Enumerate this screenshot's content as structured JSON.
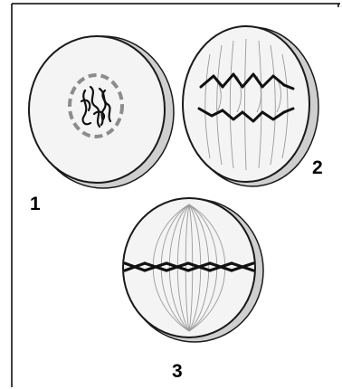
{
  "figure": {
    "labels": {
      "cell_1": "1",
      "cell_2": "2",
      "cell_3": "3"
    }
  },
  "colors": {
    "outline": "#1a1a1a",
    "cell_fill": "#f4f4f4",
    "shadow": "#bdbdbd",
    "chromosome": "#111111",
    "spindle": "#9a9a9a",
    "nuclear_envelope": "#8c8c8c"
  }
}
